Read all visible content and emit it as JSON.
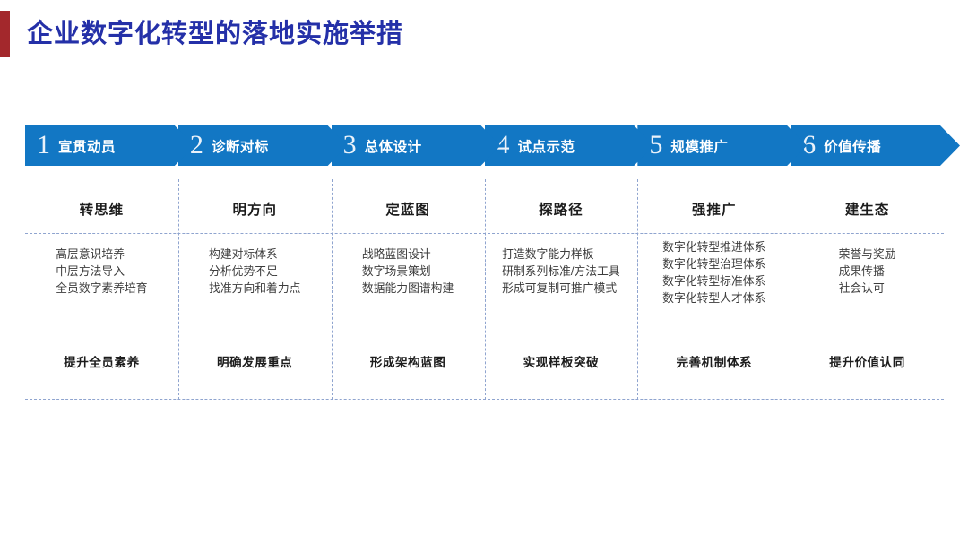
{
  "header": {
    "title": "企业数字化转型的落地实施举措",
    "accent_color": "#a3282c",
    "title_color": "#2430a8"
  },
  "theme": {
    "chevron_color": "#1277c4",
    "dashed_line_color": "#8fa4cf"
  },
  "steps": [
    {
      "number": "1",
      "name": "宣贯动员",
      "theme": "转思维",
      "details": [
        "高层意识培养",
        "中层方法导入",
        "全员数字素养培育"
      ],
      "outcome": "提升全员素养"
    },
    {
      "number": "2",
      "name": "诊断对标",
      "theme": "明方向",
      "details": [
        "构建对标体系",
        "分析优势不足",
        "找准方向和着力点"
      ],
      "outcome": "明确发展重点"
    },
    {
      "number": "3",
      "name": "总体设计",
      "theme": "定蓝图",
      "details": [
        "战略蓝图设计",
        "数字场景策划",
        "数据能力图谱构建"
      ],
      "outcome": "形成架构蓝图"
    },
    {
      "number": "4",
      "name": "试点示范",
      "theme": "探路径",
      "details": [
        "打造数字能力样板",
        "研制系列标准/方法工具",
        "形成可复制可推广模式"
      ],
      "outcome": "实现样板突破"
    },
    {
      "number": "5",
      "name": "规模推广",
      "theme": "强推广",
      "details": [
        "数字化转型推进体系",
        "数字化转型治理体系",
        "数字化转型标准体系",
        "数字化转型人才体系"
      ],
      "outcome": "完善机制体系"
    },
    {
      "number": "6",
      "name": "价值传播",
      "theme": "建生态",
      "details": [
        "荣誉与奖励",
        "成果传播",
        "社会认可"
      ],
      "outcome": "提升价值认同"
    }
  ]
}
